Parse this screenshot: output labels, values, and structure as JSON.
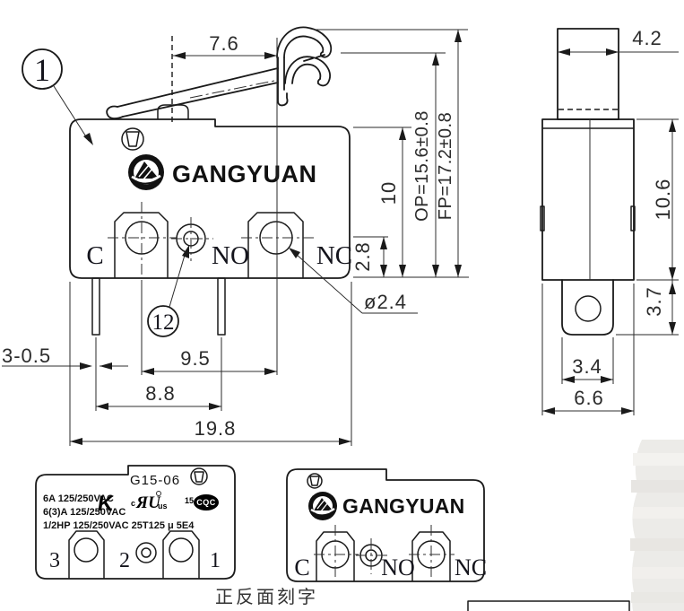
{
  "colors": {
    "line": "#1a1a1a",
    "dim_text": "#2b2b2b",
    "label_text": "#14141c",
    "background": "#ffffff"
  },
  "front_view": {
    "balloon_1": "1",
    "balloon_12": "12",
    "brand": "GANGYUAN",
    "terminal_c": "C",
    "terminal_no": "NO",
    "terminal_nc": "NC",
    "dims": {
      "lever_travel": "7.6",
      "pin": "3-0.5",
      "no_nc_span": "9.5",
      "pin_span": "8.8",
      "body_width": "19.8",
      "terminal_height": "2.8",
      "body_height": "10",
      "op": "OP=15.6±0.8",
      "fp": "FP=17.2±0.8",
      "hole_dia": "ø2.4"
    }
  },
  "side_view": {
    "dims": {
      "lever_width": "4.2",
      "body_height": "10.6",
      "tab_height": "3.7",
      "tab_width": "3.4",
      "body_depth": "6.6"
    }
  },
  "label_view": {
    "model": "G15-06",
    "rating_1": "6A 125/250VAC",
    "rating_2": "6(3)A 125/250VAC",
    "rating_3": "1/2HP 125/250VAC 25T125 μ 5E4",
    "terminal_3": "3",
    "terminal_2": "2",
    "terminal_1": "1",
    "marks": {
      "ul_prefix": "c",
      "ul_main": "ЯU",
      "ul_suffix": "us",
      "k_mark": "K",
      "k_suffix": "15",
      "cqc": "CQC"
    }
  },
  "back_view": {
    "brand": "GANGYUAN",
    "terminal_c": "C",
    "terminal_no": "NO",
    "terminal_nc": "NC"
  },
  "caption": "正反面刻字"
}
